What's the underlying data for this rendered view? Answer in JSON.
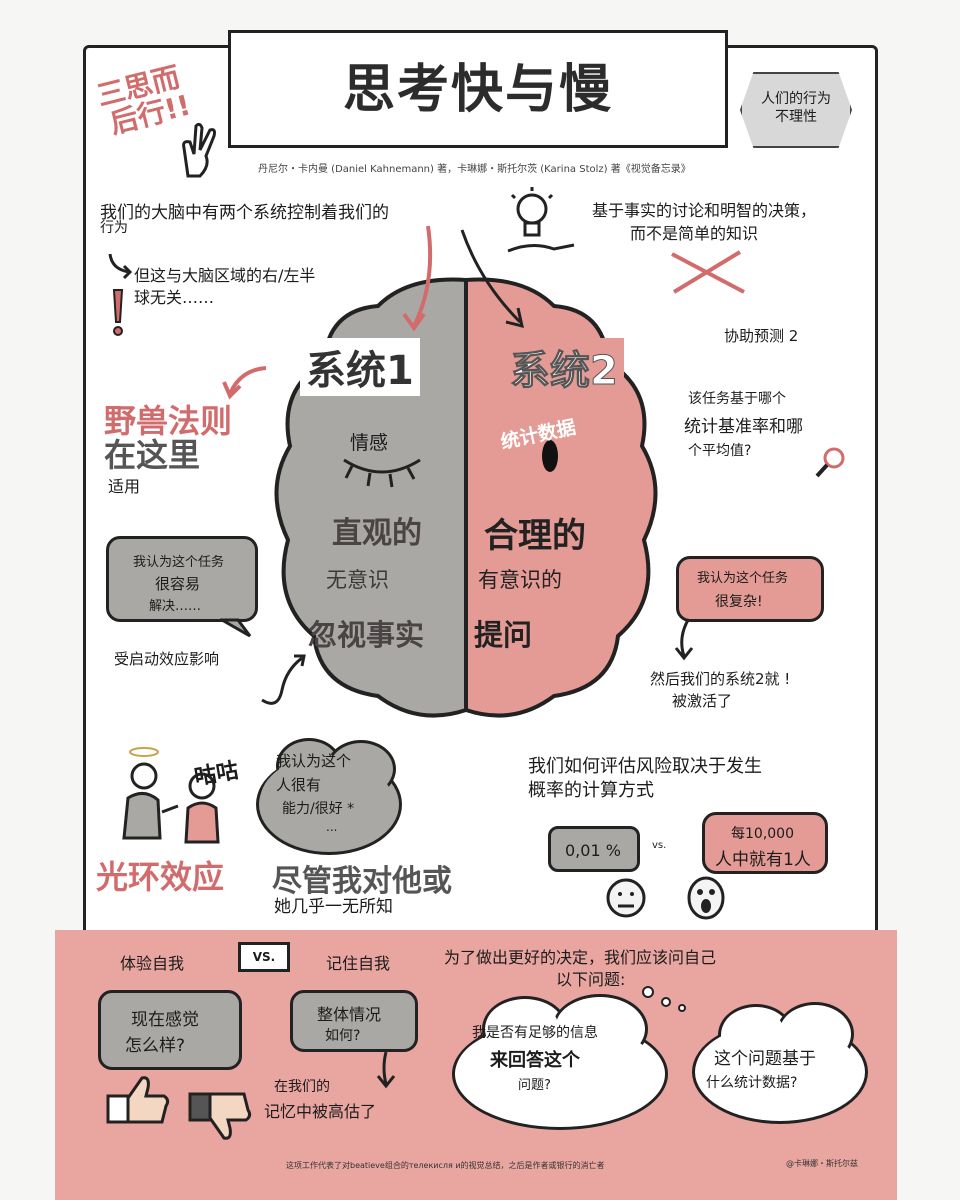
{
  "title": "思考快与慢",
  "credits": "丹尼尔・卡内曼 (Daniel Kahnemann) 著，卡琳娜・斯托尔茨 (Karina Stolz) 著《视觉备忘录》",
  "badge_left": [
    "三思而",
    "后行!!"
  ],
  "badge_right": [
    "人们的行为",
    "不理性"
  ],
  "intro_line1": "我们的大脑中有两个系统控制着我们的",
  "intro_line2": "行为",
  "hemisphere_line1": "但这与大脑区域的右/左半",
  "hemisphere_line2": "球无关……",
  "fact_line1": "基于事实的讨论和明智的决策，",
  "fact_line2": "而不是简单的知识",
  "assist": "协助预测 2",
  "system1": "系统1",
  "system2": "系统2",
  "jungle_line1": "野兽法则",
  "jungle_line2": "在这里",
  "jungle_line3": "适用",
  "emotion": "情感",
  "statistics": "统计数据",
  "question_line1": "该任务基于哪个",
  "question_line2": "统计基准率和哪",
  "question_line3": "个平均值?",
  "s1_words": [
    "直观的",
    "无意识",
    "忽视事实"
  ],
  "s2_words": [
    "合理的",
    "有意识的",
    "提问"
  ],
  "easy_bubble": [
    "我认为这个任务",
    "很容易",
    "解决……"
  ],
  "priming": "受启动效应影响",
  "hard_bubble": [
    "我认为这个任务",
    "很复杂!"
  ],
  "activated_line1": "然后我们的系统2就 !",
  "activated_line2": "被激活了",
  "gugu": "咕咕",
  "cloud_left": [
    "我认为这个",
    "人很有",
    "能力/很好 *",
    "..."
  ],
  "halo": "光环效应",
  "despite_line1": "尽管我对他或",
  "despite_line2": "她几乎一无所知",
  "risk_line1": "我们如何评估风险取决于发生",
  "risk_line2": "概率的计算方式",
  "percent": "0,01 %",
  "vs_small": "vs.",
  "per_line1": "每10,000",
  "per_line2": "人中就有1人",
  "experiencing_self": "体验自我",
  "vs_box": "VS.",
  "remembering_self": "记住自我",
  "decision_line1": "为了做出更好的决定，我们应该问自己",
  "decision_line2": "以下问题:",
  "feel_bubble": [
    "现在感觉",
    "怎么样?"
  ],
  "overall_bubble": [
    "整体情况",
    "如何?"
  ],
  "overrated_line1": "在我们的",
  "overrated_line2": "记忆中被高估了",
  "info_cloud": [
    "我是否有足够的信息",
    "来回答这个",
    "问题?"
  ],
  "stats_cloud": [
    "这个问题基于",
    "什么统计数据?"
  ],
  "footer": "这项工作代表了对beatieve组合的телекисля и的视觉总结，之后是作者或银行的消亡者",
  "signature": "@卡琳娜・斯托尔兹",
  "colors": {
    "pink": "#e49b95",
    "gray": "#aaa8a5",
    "accent_red": "#d26c6c",
    "bottom_band": "#e9a5a0"
  },
  "icons": [
    "victory-hand-icon",
    "lightbulb-icon",
    "hand-icon",
    "cross-icon",
    "exclamation-icon",
    "arrow-icon",
    "magnifier-icon",
    "brain-icon",
    "person-icon",
    "halo-icon",
    "neutral-face-icon",
    "scream-face-icon",
    "thumbs-up-icon",
    "thumbs-down-icon"
  ]
}
